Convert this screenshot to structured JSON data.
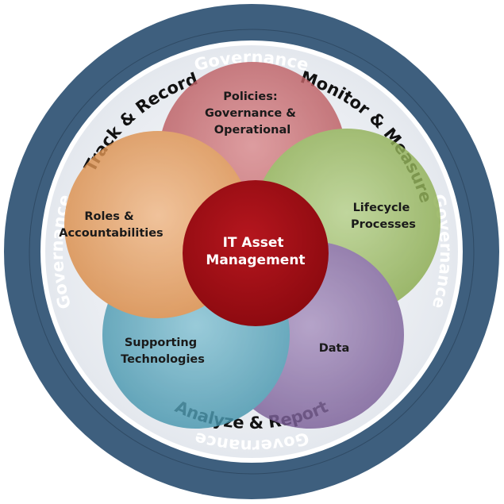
{
  "ring": {
    "top": "Governance",
    "right": "Governance",
    "bottom": "Governance",
    "left": "Governance",
    "color": "#3e5f7e"
  },
  "arcs": {
    "track_record": "Track & Record",
    "monitor_measure": "Monitor & Measure",
    "analyze_report": "Analyze & Report"
  },
  "petals": {
    "policies": {
      "lines": [
        "Policies:",
        "Governance &",
        "Operational"
      ],
      "color": "#c4676b"
    },
    "lifecycle": {
      "lines": [
        "Lifecycle",
        "Processes"
      ],
      "color": "#9bbb59"
    },
    "data": {
      "lines": [
        "Data"
      ],
      "color": "#8b6fa6"
    },
    "supporting": {
      "lines": [
        "Supporting",
        "Technologies"
      ],
      "color": "#5aa7bf"
    },
    "roles": {
      "lines": [
        "Roles &",
        "Accountabilities"
      ],
      "color": "#e39a5a"
    }
  },
  "center": {
    "lines": [
      "IT Asset",
      "Management"
    ],
    "color": "#a50f16"
  }
}
